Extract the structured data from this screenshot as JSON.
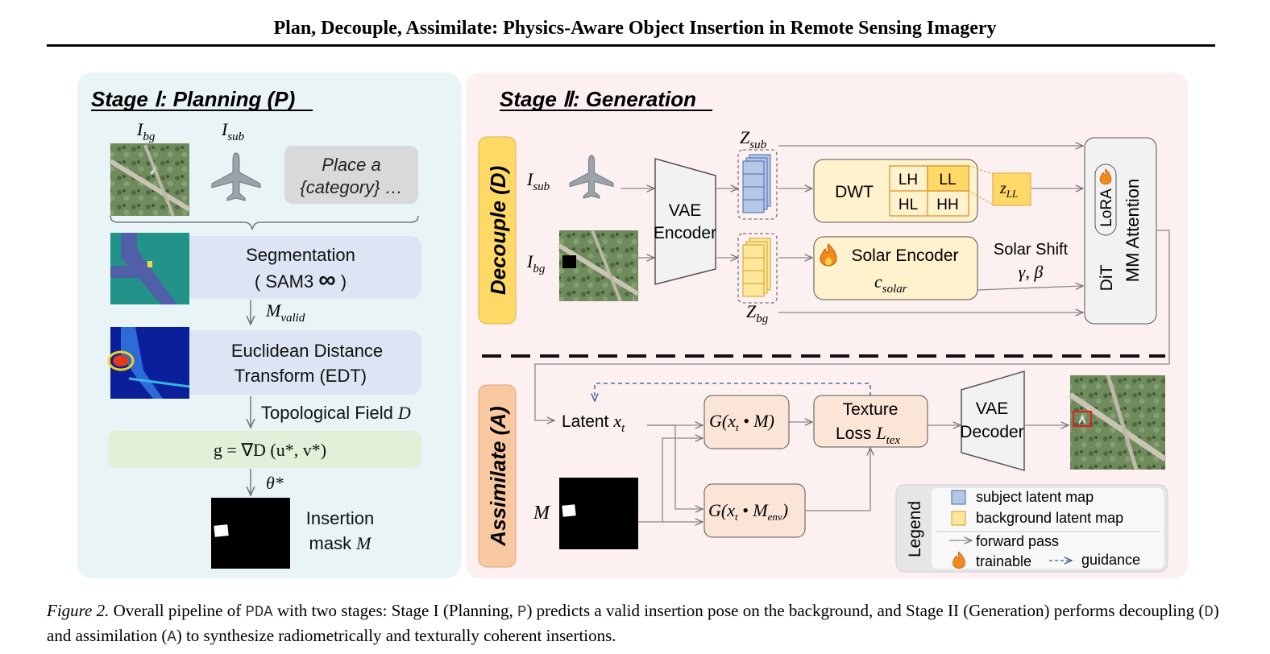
{
  "title": "Plan, Decouple, Assimilate: Physics-Aware Object Insertion in Remote Sensing Imagery",
  "stage1": {
    "heading": "Stage Ⅰ:  Planning (P)",
    "i_bg": "I",
    "i_bg_sub": "bg",
    "i_sub": "I",
    "i_sub_sub": "sub",
    "prompt_line1": "Place a",
    "prompt_line2": "{category} …",
    "seg_line1": "Segmentation",
    "seg_line2a": "( SAM3",
    "seg_line2b": " )",
    "m_valid": "M",
    "m_valid_sub": "valid",
    "edt_line1": "Euclidean Distance",
    "edt_line2": "Transform (EDT)",
    "topo": "Topological Field",
    "topo_sym": "D",
    "grad_formula": "g = ∇D (u*, v*)",
    "theta": "θ*",
    "mask_line1": "Insertion",
    "mask_line2": "mask",
    "mask_sym": "M"
  },
  "stage2": {
    "heading": "Stage Ⅱ:  Generation",
    "decouple_label": "Decouple (D)",
    "assimilate_label": "Assimilate (A)",
    "i_sub": "I",
    "i_sub_sub": "sub",
    "i_bg": "I",
    "i_bg_sub": "bg",
    "vae_enc_1": "VAE",
    "vae_enc_2": "Encoder",
    "z_sub": "Z",
    "z_sub_sub": "sub",
    "z_bg": "Z",
    "z_bg_sub": "bg",
    "dwt": "DWT",
    "lh": "LH",
    "ll": "LL",
    "hl": "HL",
    "hh": "HH",
    "z_ll": "z",
    "z_ll_sub": "LL",
    "solar_encoder": "Solar Encoder",
    "c_solar": "c",
    "c_solar_sub": "solar",
    "solar_shift": "Solar Shift",
    "gamma_beta": "γ, β",
    "lora": "LoRA",
    "dit": "DiT",
    "mm_attention": "MM Attention",
    "latent": "Latent",
    "latent_sym": "x",
    "latent_sub": "t",
    "g_m": "G(x",
    "g_m_tail": " • M)",
    "g_env": "G(x",
    "g_env_tail": " • M",
    "g_env_sub": "env",
    "t_sub": "t",
    "texture_1": "Texture",
    "texture_2": "Loss",
    "l_tex": "L",
    "l_tex_sub": "tex",
    "vae_dec_1": "VAE",
    "vae_dec_2": "Decoder",
    "m_sym": "M"
  },
  "legend": {
    "title": "Legend",
    "subject": "subject latent map",
    "background": "background latent map",
    "forward": "forward pass",
    "trainable": "trainable",
    "guidance": "guidance"
  },
  "caption": {
    "label": "Figure 2.",
    "t1": " Overall pipeline of ",
    "pda": "PDA",
    "t2": " with two stages: Stage I (Planning, ",
    "p": "P",
    "t3": ") predicts a valid insertion pose on the background, and Stage II (Generation) performs decoupling (",
    "d": "D",
    "t4": ") and assimilation (",
    "a": "A",
    "t5": ") to synthesize radiometrically and texturally coherent insertions."
  },
  "colors": {
    "stage1_bg": "#e8f4f6",
    "stage2_bg": "#fdf0f0",
    "decouple_yellow": "#ffd966",
    "assimilate_orange": "#f8c9a0",
    "box_yellow": "#fff2cc",
    "box_peach": "#fbe5d6",
    "seg_box": "#dde4f3",
    "grad_box": "#e2f0d9",
    "subject_blue": "#b4c7e7",
    "background_yellow": "#ffe699",
    "guidance_blue": "#2f5597"
  }
}
